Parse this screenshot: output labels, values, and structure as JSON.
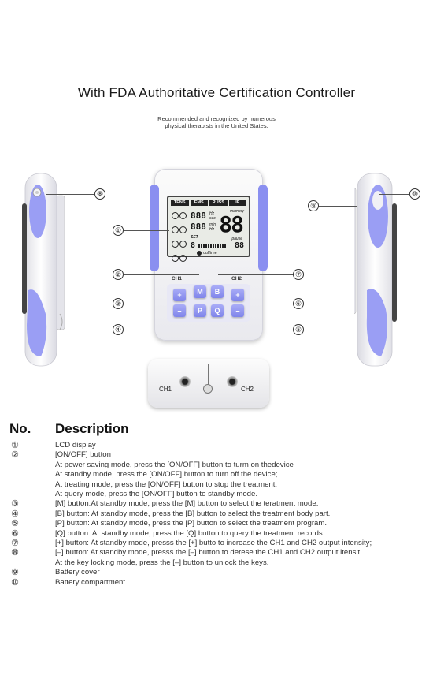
{
  "header": {
    "title": "With FDA Authoritative Certification Controller",
    "subtitle_line1": "Recommended and recognized by numerous",
    "subtitle_line2": "physical therapists in the United States."
  },
  "colors": {
    "accent": "#8a8ff0",
    "device_body": "#f2f2f5",
    "lcd_bg": "#e9ebe6"
  },
  "figure": {
    "callouts": [
      "①",
      "②",
      "③",
      "④",
      "⑤",
      "⑥",
      "⑦",
      "⑧",
      "⑨",
      "⑩"
    ],
    "lcd": {
      "modes": [
        "TENS",
        "EMS",
        "RUSS",
        "IF"
      ],
      "big_digits": "88",
      "small_digits_a": "888",
      "small_digits_b": "888",
      "bottom_digits_a": "8",
      "bottom_digits_b": "88",
      "label_memory": "memory",
      "label_set": "SET",
      "label_pause": "pause",
      "label_hz": "Hz",
      "label_sec": "sec",
      "label_min": "min",
      "label_mode": "Hz",
      "brand": "cuffime"
    },
    "front_ch1": "CH1",
    "front_ch2": "CH2",
    "buttons": {
      "plus": "+",
      "minus": "–",
      "m": "M",
      "b": "B",
      "p": "P",
      "q": "Q"
    },
    "bottom_ch1": "CH1",
    "bottom_ch2": "CH2"
  },
  "description": {
    "col_no": "No.",
    "col_desc": "Description",
    "rows": [
      {
        "no": "①",
        "text": "LCD display"
      },
      {
        "no": "②",
        "text": "[ON/OFF] button"
      },
      {
        "no": "",
        "text": "At power saving mode, press the [ON/OFF] button to turm on thedevice"
      },
      {
        "no": "",
        "text": "At standby mode, press the [ON/OFF] button to turn off the device;"
      },
      {
        "no": "",
        "text": "At treating mode, press the [ON/OFF] button to stop the treatment,"
      },
      {
        "no": "",
        "text": "At query mode, press the [ON/OFF] button to standby mode."
      },
      {
        "no": "③",
        "text": "[M] button:At standby mode, press the [M] button to select the teratment mode."
      },
      {
        "no": "④",
        "text": "[B] button: At standby mode, press the [B] button to select the treatment body part."
      },
      {
        "no": "⑤",
        "text": "[P] button: At standby mode, press the [P] button to select the treatment program."
      },
      {
        "no": "⑥",
        "text": "[Q] button: At standby mode, press the [Q] button to query the treatment records."
      },
      {
        "no": "⑦",
        "text": "[+] button: At standby mode, presss the [+] butto to increase the CH1 and CH2 output intensity;"
      },
      {
        "no": "⑧",
        "text": "[–] button: At standby mode, presss the [–] button to derese the CH1 and CH2 output itensit;"
      },
      {
        "no": "",
        "text": "At the key locking mode, press the [–] button to unlock the keys."
      },
      {
        "no": "⑨",
        "text": "Battery cover"
      },
      {
        "no": "⑩",
        "text": "Battery compartment"
      }
    ]
  }
}
